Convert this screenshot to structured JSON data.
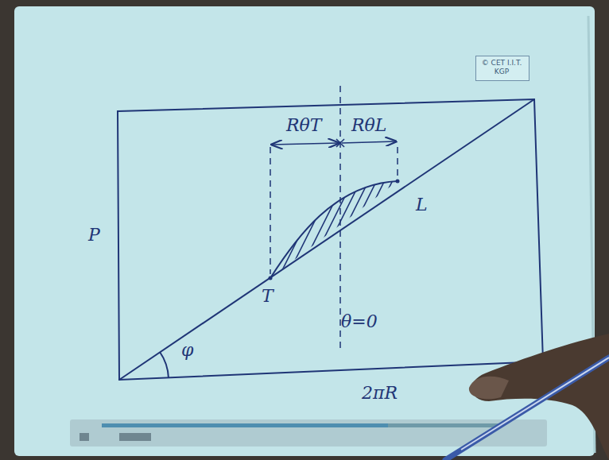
{
  "diagram": {
    "nodes": [
      {
        "text": [
          "© CET I.I.T. KGP"
        ]
      }
    ],
    "labels": [
      "RθT",
      "RθL",
      "P",
      "T",
      "L",
      "θ=0",
      "φ",
      "2πR"
    ]
  }
}
